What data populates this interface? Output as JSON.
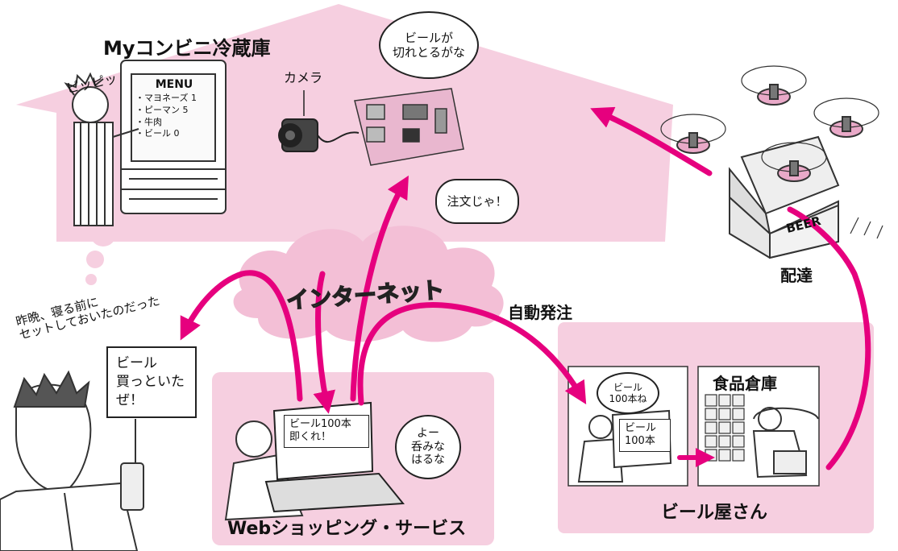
{
  "labels": {
    "fridge_title": "Myコンビニ冷蔵庫",
    "camera": "カメラ",
    "internet": "インターネット",
    "auto_order": "自動発注",
    "delivery": "配達",
    "web_service": "Webショッピング・サービス",
    "beer_shop": "ビール屋さん",
    "warehouse": "食品倉庫"
  },
  "fridge_menu": {
    "title": "MENU",
    "items": [
      "・マヨネーズ 1",
      "・ピーマン 5",
      "・牛肉",
      "・ビール 0"
    ]
  },
  "sound_effect": "ピッピッ",
  "bubbles": {
    "pi_thought": "ビールが\n切れとるがな",
    "pi_order": "注文じゃ！",
    "shop_worker": "ビール\n100本ね",
    "web_operator": "よー\n呑みな\nはるな"
  },
  "screens": {
    "shop_laptop": "ビール\n100本",
    "web_laptop": "ビール100本\n即くれ！"
  },
  "man_thought": "昨晩、寝る前に\nセットしておいたのだった",
  "man_sign": "ビール\n買っといた\nぜ！",
  "drone_box_text": "BEER",
  "colors": {
    "house": "#f6cfe0",
    "cloud": "#f3bfd6",
    "arrow": "#e6007e",
    "line": "#333333"
  },
  "icons": [
    "camera-icon",
    "raspberry-pi-board",
    "drone-icon",
    "laptop-icon",
    "smartphone-icon",
    "refrigerator-icon"
  ]
}
